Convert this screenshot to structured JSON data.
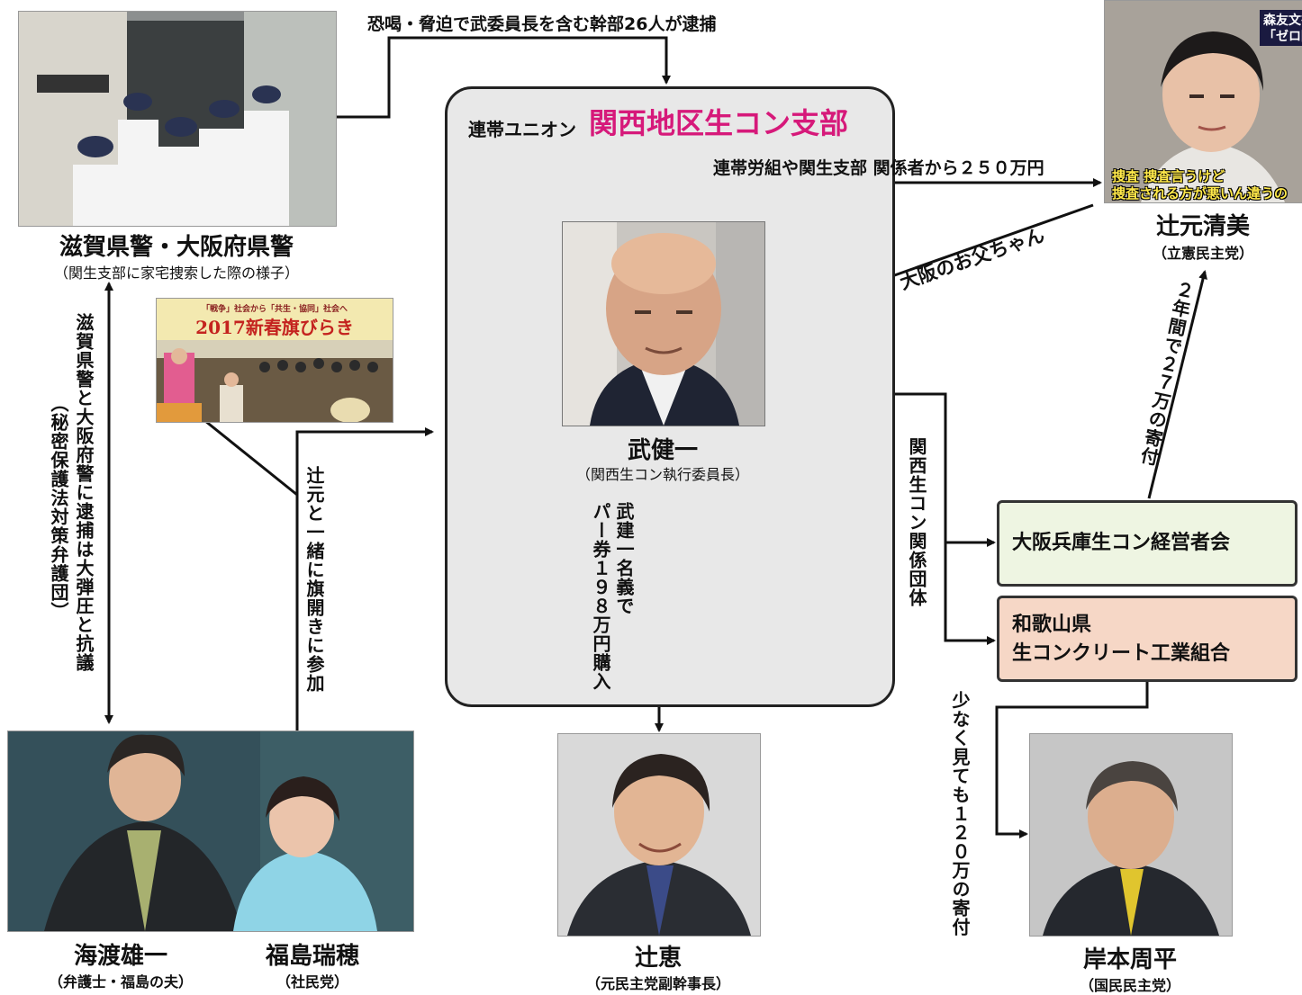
{
  "top_arrow_label": "恐喝・脅迫で武委員長を含む幹部26人が逮捕",
  "union": {
    "prefix": "連帯ユニオン",
    "name": "関西地区生コン支部"
  },
  "leader": {
    "name": "武健一",
    "role": "（関西生コン執行委員長）"
  },
  "police": {
    "name": "滋賀県警・大阪府県警",
    "caption": "（関生支部に家宅捜索した際の様子）"
  },
  "tsujimoto_kiyomi": {
    "name": "辻元清美",
    "role": "（立憲民主党）",
    "ticker_1": "森友文書",
    "ticker_2": "「ゼロ回",
    "subtitle_1": "捜査 捜査言うけど",
    "subtitle_2": "捜査される方が悪いん違うの"
  },
  "kaido": {
    "name": "海渡雄一",
    "role": "（弁護士・福島の夫）"
  },
  "fukushima": {
    "name": "福島瑞穂",
    "role": "（社民党）"
  },
  "tsuji_kei": {
    "name": "辻恵",
    "role": "（元民主党副幹事長）"
  },
  "kishimoto": {
    "name": "岸本周平",
    "role": "（国民民主党）"
  },
  "event_photo": {
    "banner": "2017新春旗びらき",
    "top_line": "「戦争」社会から「共生・協同」社会へ"
  },
  "orgs": {
    "osaka_hyogo": "大阪兵庫生コン経営者会",
    "wakayama_1": "和歌山県",
    "wakayama_2": "生コンクリート工業組合"
  },
  "labels": {
    "renta_money": "連帯労組や関生支部 関係者から２５０万円",
    "osaka_father": "大阪のお父ちゃん",
    "kansai_related": "関西生コン関係団体",
    "two_years": "２年間で２７万の寄付",
    "party_tickets": "武建一名義で\nパー券１９８万円購入",
    "flag_event": "辻元と一緒に旗開きに参加",
    "protest": "滋賀県警と大阪府警に逮捕は大弾圧と抗議",
    "protest_sub": "（秘密保護法対策弁護団）",
    "min_120": "少なく見ても１２０万の寄付"
  },
  "colors": {
    "union_title": "#d6197a",
    "box_green": "#eef5e2",
    "box_salmon": "#f6d7c6",
    "union_bg": "#e8e8e8"
  }
}
